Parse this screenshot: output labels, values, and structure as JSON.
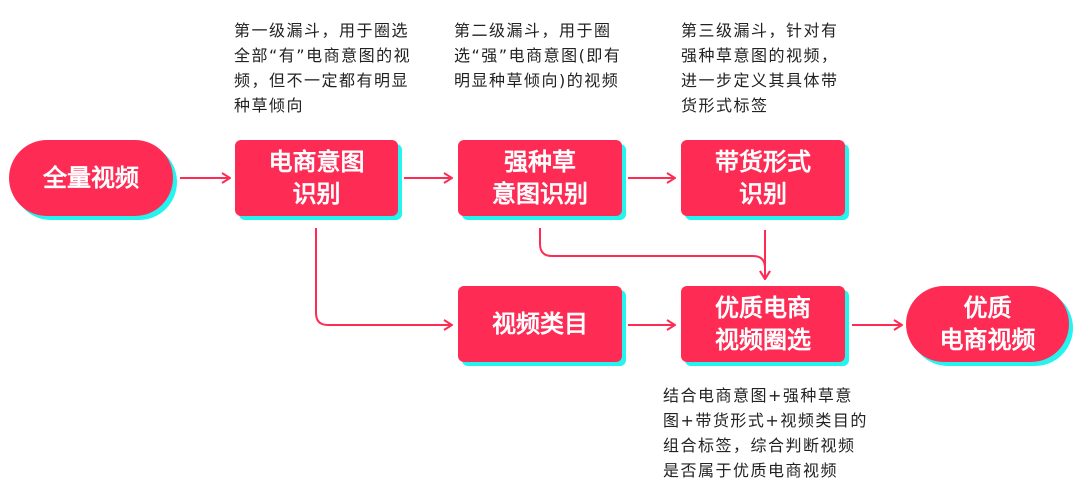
{
  "colors": {
    "node_fill": "#fe2c55",
    "node_shadow": "#25f4ee",
    "arrow": "#fe2c55",
    "note_text": "#222222"
  },
  "nodes": {
    "all_videos": "全量视频",
    "ecom_intent": "电商意图\n识别",
    "strong_seeding": "强种草\n意图识别",
    "sales_format": "带货形式\n识别",
    "video_category": "视频类目",
    "quality_selection": "优质电商\n视频圈选",
    "quality_videos": "优质\n电商视频"
  },
  "notes": {
    "level1": "第一级漏斗，用于圈选\n全部“有”电商意图的视\n频，但不一定都有明显\n种草倾向",
    "level2": "第二级漏斗，用于圈\n选“强”电商意图(即有\n明显种草倾向)的视频",
    "level3": "第三级漏斗，针对有\n强种草意图的视频，\n进一步定义其具体带\n货形式标签",
    "combine": "结合电商意图+强种草意\n图+带货形式+视频类目的\n组合标签，综合判断视频\n是否属于优质电商视频"
  }
}
